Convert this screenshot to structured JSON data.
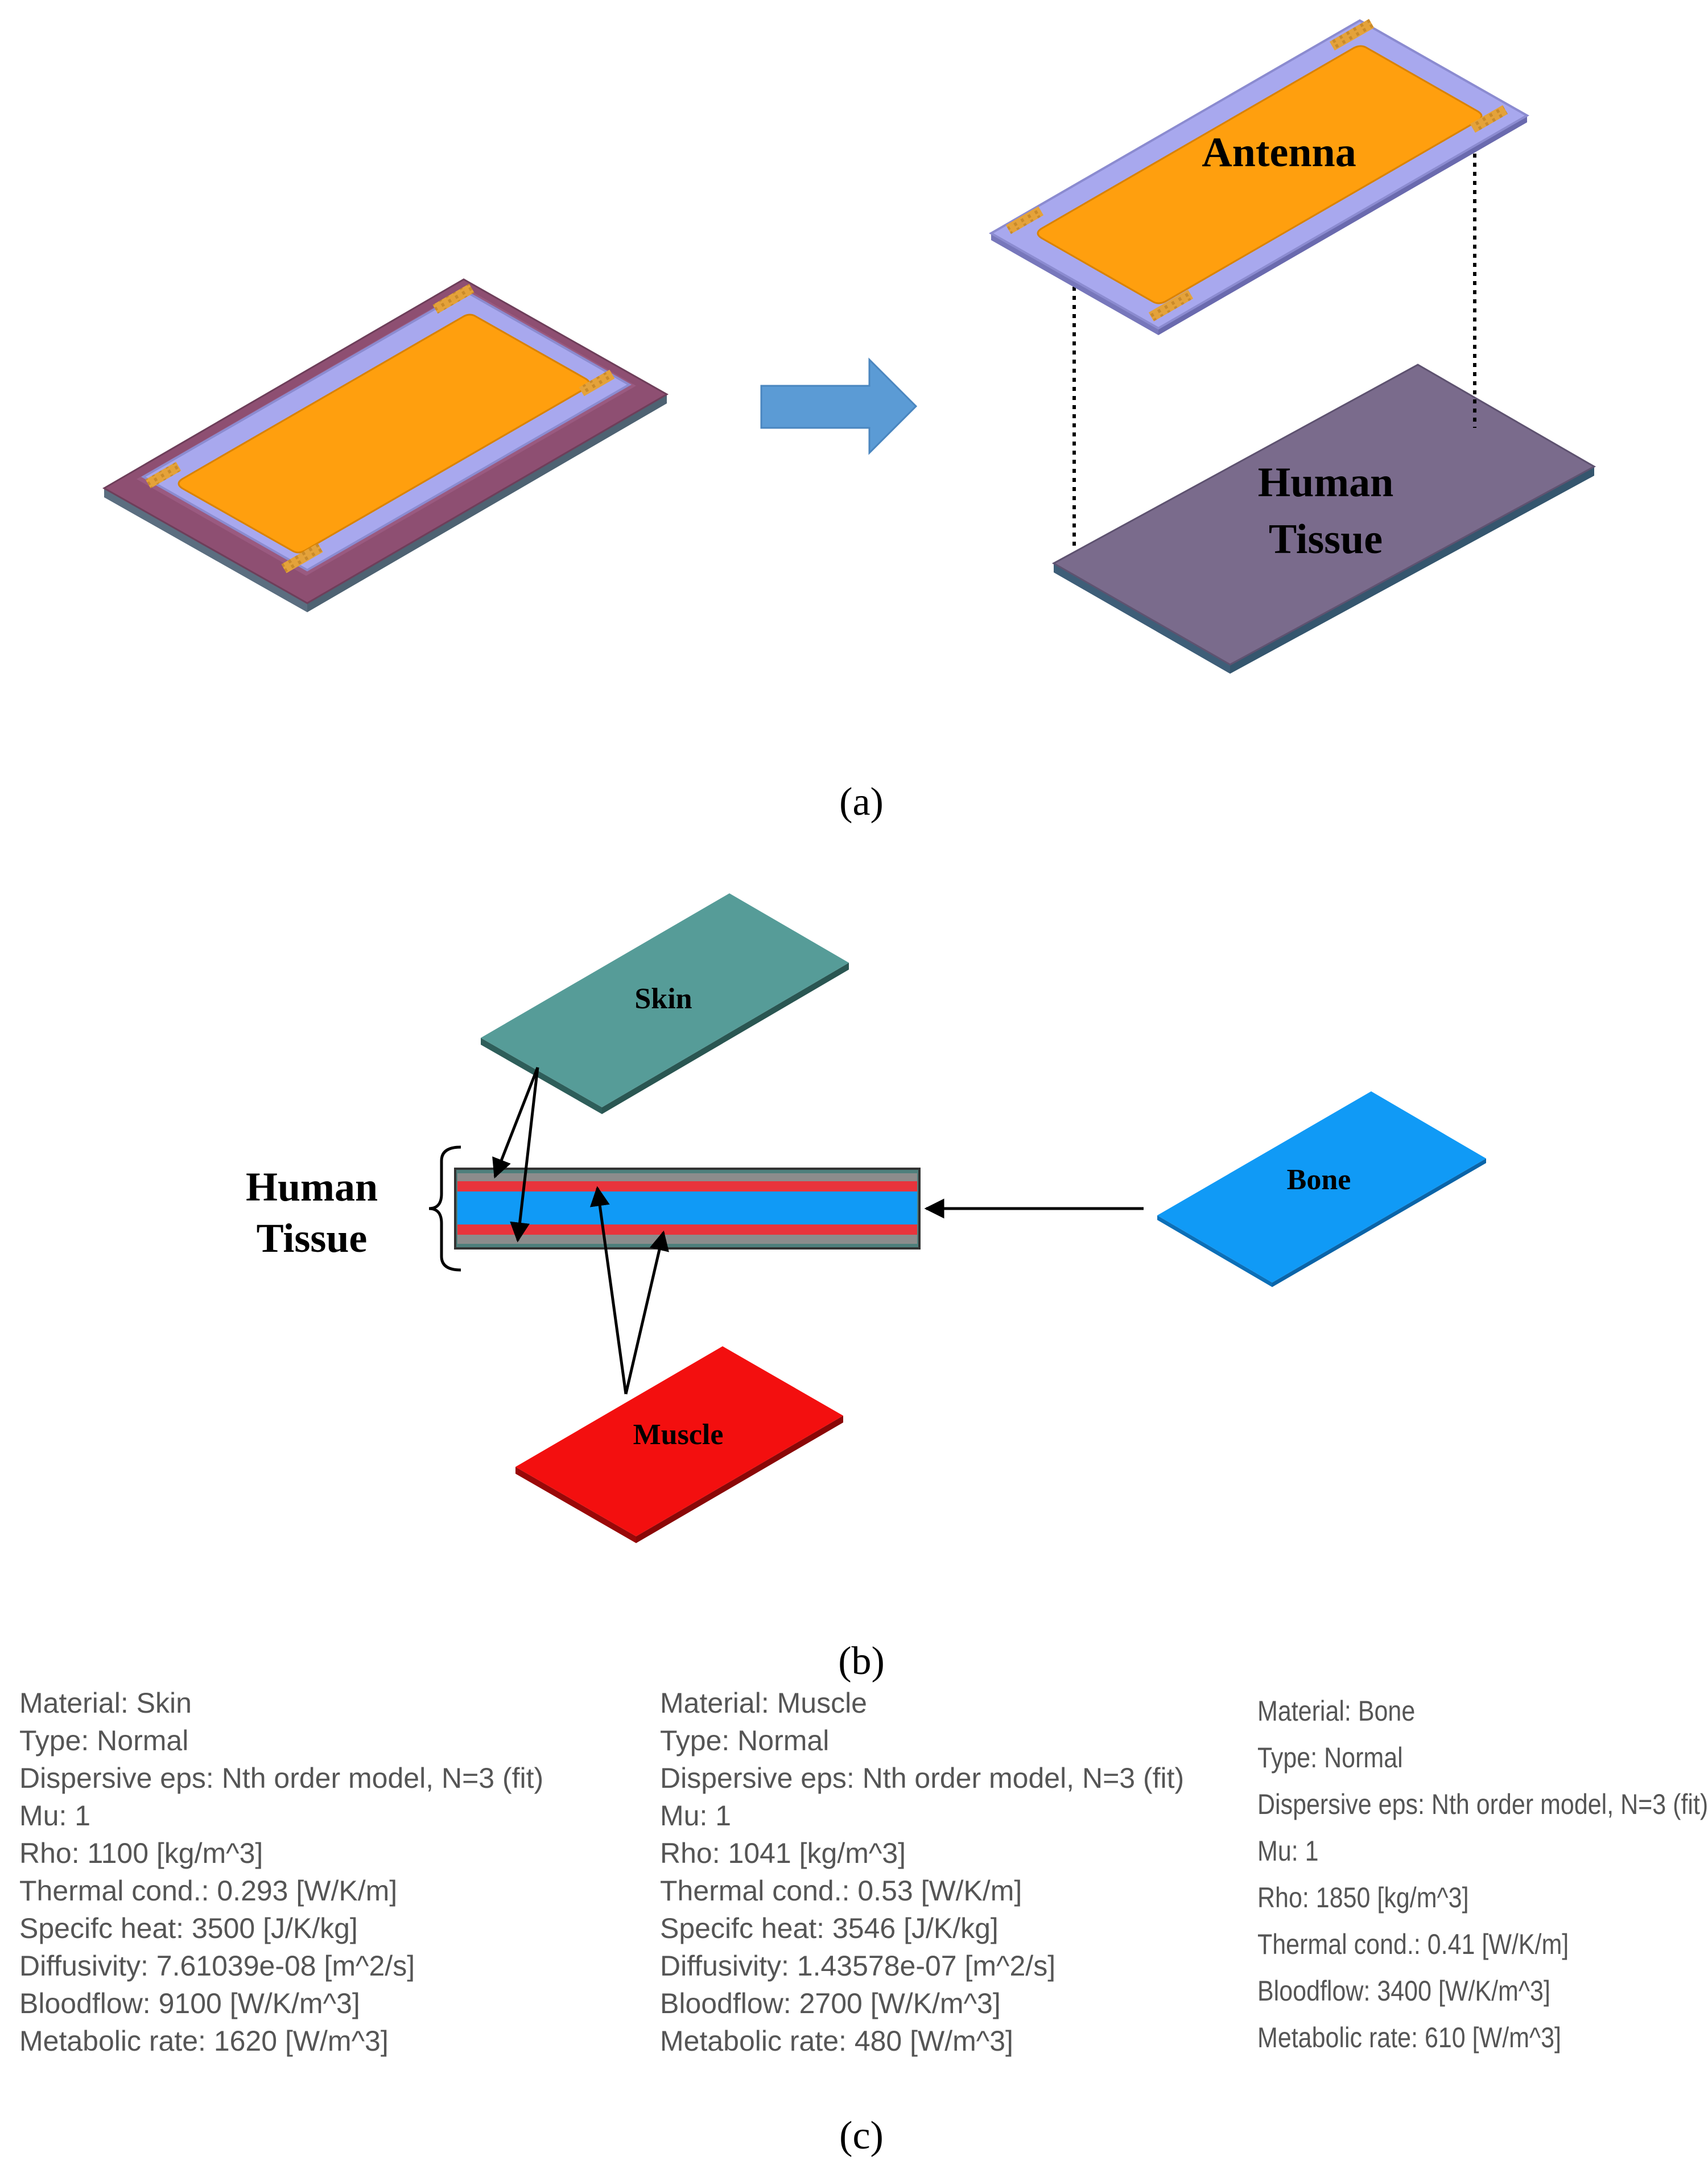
{
  "panel_a": {
    "antenna_label": "Antenna",
    "tissue_label_line1": "Human",
    "tissue_label_line2": "Tissue",
    "caption": "(a)"
  },
  "panel_b": {
    "skin_label": "Skin",
    "bone_label": "Bone",
    "muscle_label": "Muscle",
    "tissue_label_line1": "Human",
    "tissue_label_line2": "Tissue",
    "caption": "(b)"
  },
  "panel_c": {
    "caption": "(c)",
    "skin": [
      "Material: Skin",
      "Type: Normal",
      "Dispersive eps: Nth order model, N=3 (fit)",
      "Mu: 1",
      "Rho: 1100 [kg/m^3]",
      "Thermal cond.: 0.293 [W/K/m]",
      "Specifc heat: 3500 [J/K/kg]",
      "Diffusivity: 7.61039e-08 [m^2/s]",
      "Bloodflow: 9100 [W/K/m^3]",
      "Metabolic rate: 1620 [W/m^3]"
    ],
    "muscle": [
      "Material: Muscle",
      "Type: Normal",
      "Dispersive eps: Nth order model, N=3 (fit)",
      "Mu: 1",
      "Rho: 1041 [kg/m^3]",
      "Thermal cond.: 0.53 [W/K/m]",
      "Specifc heat: 3546 [J/K/kg]",
      "Diffusivity: 1.43578e-07 [m^2/s]",
      "Bloodflow: 2700 [W/K/m^3]",
      "Metabolic rate: 480 [W/m^3]"
    ],
    "bone": [
      "Material: Bone",
      "Type: Normal",
      "Dispersive eps: Nth order model, N=3 (fit)",
      "Mu: 1",
      "Rho: 1850 [kg/m^3]",
      "Thermal cond.: 0.41 [W/K/m]",
      "Bloodflow: 3400 [W/K/m^3]",
      "Metabolic rate: 610 [W/m^3]"
    ]
  },
  "colors": {
    "patch": "#FF9F0E",
    "substrate": "#A8A8EE",
    "tissue_a": "#7A6B8C",
    "skin": "#569C98",
    "muscle": "#F30F0F",
    "bone": "#109AF6",
    "arrow": "#5B9BD5"
  }
}
